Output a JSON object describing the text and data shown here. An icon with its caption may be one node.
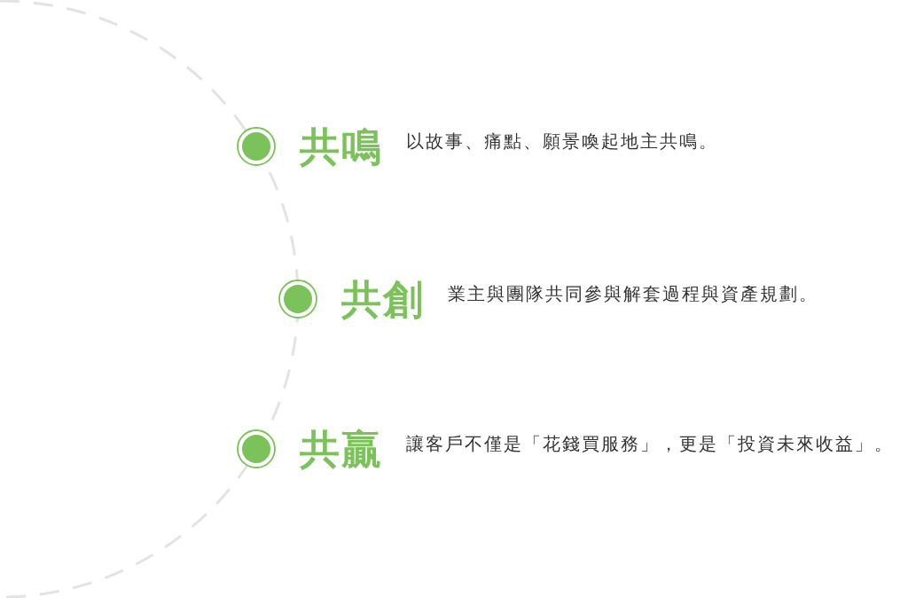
{
  "diagram": {
    "nodes": [
      {
        "text": [
          "共鳴",
          "以故事、痛點、願景喚起地主共鳴。"
        ]
      },
      {
        "text": [
          "共創",
          "業主與團隊共同參與解套過程與資產規劃。"
        ]
      },
      {
        "text": [
          "共贏",
          "讓客戶不僅是「花錢買服務」，更是「投資未來收益」。"
        ]
      }
    ]
  }
}
